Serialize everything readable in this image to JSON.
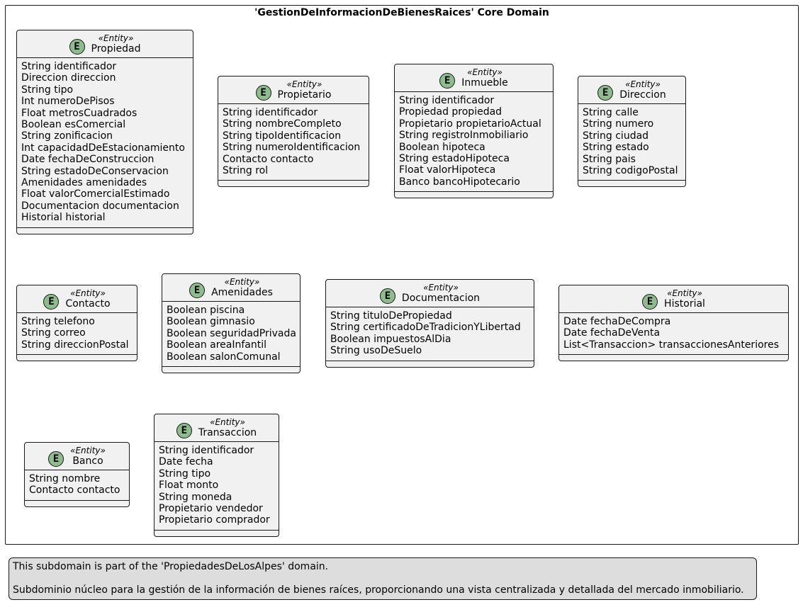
{
  "package": {
    "title": "'GestionDeInformacionDeBienesRaices' Core Domain"
  },
  "badge_letter": "E",
  "entities": [
    {
      "id": "propiedad",
      "stereotype": "«Entity»",
      "name": "Propiedad",
      "fields": [
        "String identificador",
        "Direccion direccion",
        "String tipo",
        "Int numeroDePisos",
        "Float metrosCuadrados",
        "Boolean esComercial",
        "String zonificacion",
        "Int capacidadDeEstacionamiento",
        "Date fechaDeConstruccion",
        "String estadoDeConservacion",
        "Amenidades amenidades",
        "Float valorComercialEstimado",
        "Documentacion documentacion",
        "Historial historial"
      ]
    },
    {
      "id": "propietario",
      "stereotype": "«Entity»",
      "name": "Propietario",
      "fields": [
        "String identificador",
        "String nombreCompleto",
        "String tipoIdentificacion",
        "String numeroIdentificacion",
        "Contacto contacto",
        "String rol"
      ]
    },
    {
      "id": "inmueble",
      "stereotype": "«Entity»",
      "name": "Inmueble",
      "fields": [
        "String identificador",
        "Propiedad propiedad",
        "Propietario propietarioActual",
        "String registroInmobiliario",
        "Boolean hipoteca",
        "String estadoHipoteca",
        "Float valorHipoteca",
        "Banco bancoHipotecario"
      ]
    },
    {
      "id": "direccion",
      "stereotype": "«Entity»",
      "name": "Direccion",
      "fields": [
        "String calle",
        "String numero",
        "String ciudad",
        "String estado",
        "String pais",
        "String codigoPostal"
      ]
    },
    {
      "id": "contacto",
      "stereotype": "«Entity»",
      "name": "Contacto",
      "fields": [
        "String telefono",
        "String correo",
        "String direccionPostal"
      ]
    },
    {
      "id": "amenidades",
      "stereotype": "«Entity»",
      "name": "Amenidades",
      "fields": [
        "Boolean piscina",
        "Boolean gimnasio",
        "Boolean seguridadPrivada",
        "Boolean areaInfantil",
        "Boolean salonComunal"
      ]
    },
    {
      "id": "documentacion",
      "stereotype": "«Entity»",
      "name": "Documentacion",
      "fields": [
        "String tituloDePropiedad",
        "String certificadoDeTradicionYLibertad",
        "Boolean impuestosAlDia",
        "String usoDeSuelo"
      ]
    },
    {
      "id": "historial",
      "stereotype": "«Entity»",
      "name": "Historial",
      "fields": [
        "Date fechaDeCompra",
        "Date fechaDeVenta",
        "List<Transaccion> transaccionesAnteriores"
      ]
    },
    {
      "id": "banco",
      "stereotype": "«Entity»",
      "name": "Banco",
      "fields": [
        "String nombre",
        "Contacto contacto"
      ]
    },
    {
      "id": "transaccion",
      "stereotype": "«Entity»",
      "name": "Transaccion",
      "fields": [
        "String identificador",
        "Date fecha",
        "String tipo",
        "Float monto",
        "String moneda",
        "Propietario vendedor",
        "Propietario comprador"
      ]
    }
  ],
  "note": {
    "line1": "This subdomain is part of the 'PropiedadesDeLosAlpes' domain.",
    "line2": "Subdominio núcleo para la gestión de la información de bienes raíces, proporcionando una vista centralizada y detallada del mercado inmobiliario."
  }
}
